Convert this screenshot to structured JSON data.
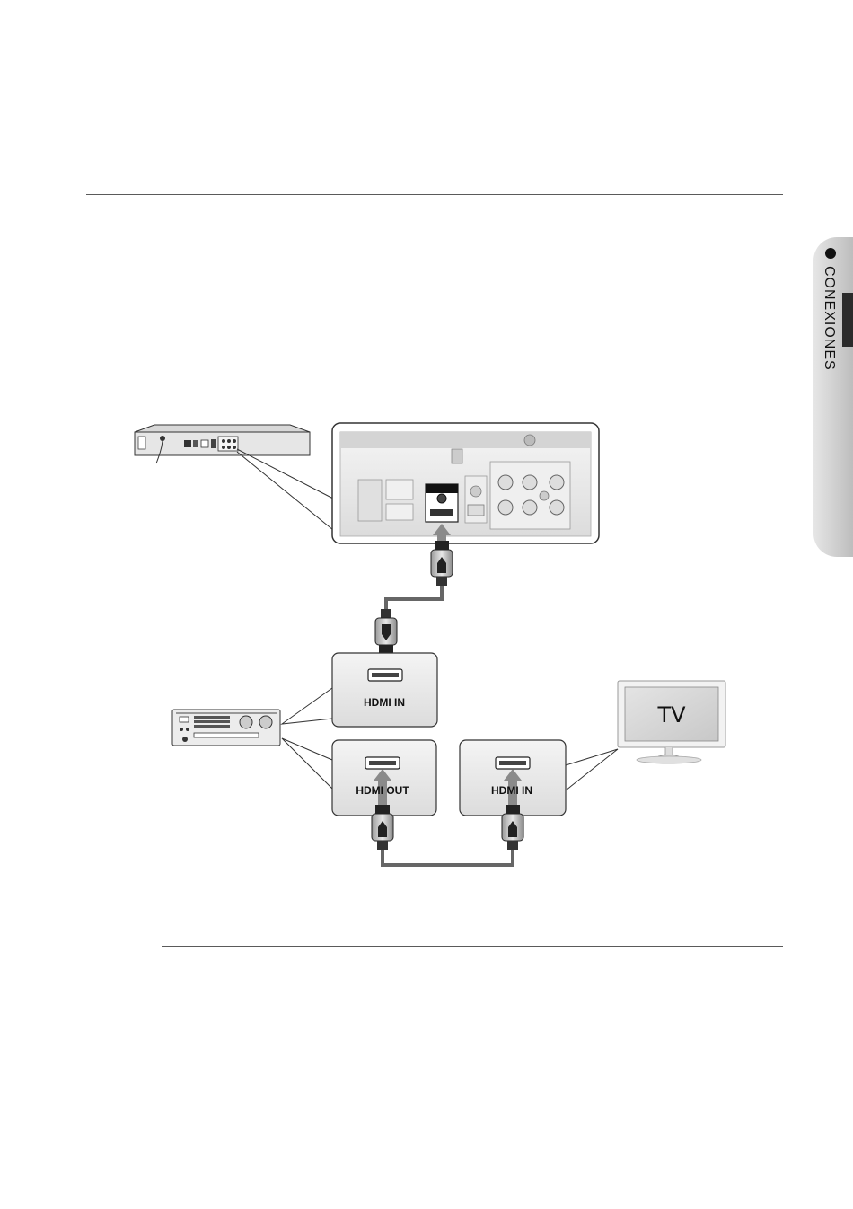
{
  "side_tab": {
    "label": "CONEXIONES"
  },
  "diagram": {
    "receiver_in_label": "HDMI IN",
    "receiver_out_label": "HDMI OUT",
    "tv_in_label": "HDMI IN",
    "tv_label": "TV"
  }
}
